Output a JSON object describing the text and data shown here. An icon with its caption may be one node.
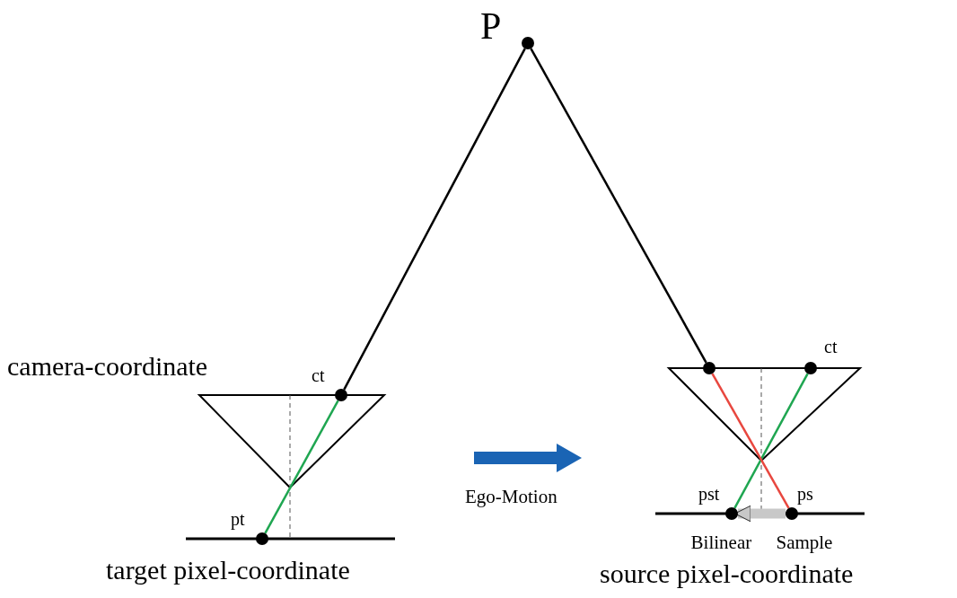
{
  "diagram": {
    "nodes": [
      {
        "text": [
          "P"
        ]
      },
      {
        "text": [
          "ct"
        ]
      },
      {
        "text": [
          "pt"
        ]
      },
      {
        "text": [],
        "shape": "circle"
      },
      {
        "text": [
          "ct"
        ]
      },
      {
        "text": [
          "pst"
        ]
      },
      {
        "text": [
          "ps"
        ]
      }
    ],
    "edges": [
      {
        "from": 0,
        "to": 1,
        "arrow": "none"
      },
      {
        "from": 0,
        "to": 3,
        "arrow": "none"
      },
      {
        "from": 1,
        "to": 2,
        "arrow": "none",
        "color": "#1fa651"
      },
      {
        "from": 4,
        "to": 5,
        "arrow": "none",
        "color": "#1fa651"
      },
      {
        "from": 3,
        "to": 6,
        "arrow": "none",
        "color": "#e8473f"
      },
      {
        "from": 6,
        "to": 5,
        "arrow": "to",
        "style": "thick",
        "color": "#c8c8c8",
        "label": "Bilinear Sample"
      }
    ],
    "labels": [
      "camera-coordinate",
      "Ego-Motion",
      "target pixel-coordinate",
      "source pixel-coordinate"
    ]
  }
}
